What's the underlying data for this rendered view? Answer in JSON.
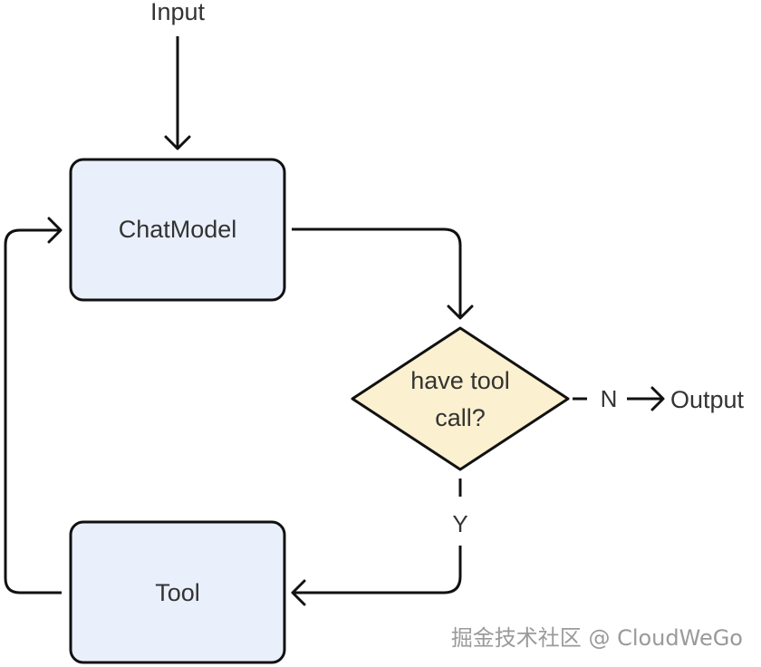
{
  "nodes": {
    "input": "Input",
    "chat_model": "ChatModel",
    "decision_line1": "have tool",
    "decision_line2": "call?",
    "tool": "Tool",
    "output": "Output"
  },
  "edges": {
    "no_label": "N",
    "yes_label": "Y"
  },
  "watermark": "掘金技术社区 @ CloudWeGo",
  "colors": {
    "box_fill": "#eaf0fb",
    "diamond_fill": "#fbf0cf",
    "stroke": "#111111",
    "text": "#333333"
  }
}
